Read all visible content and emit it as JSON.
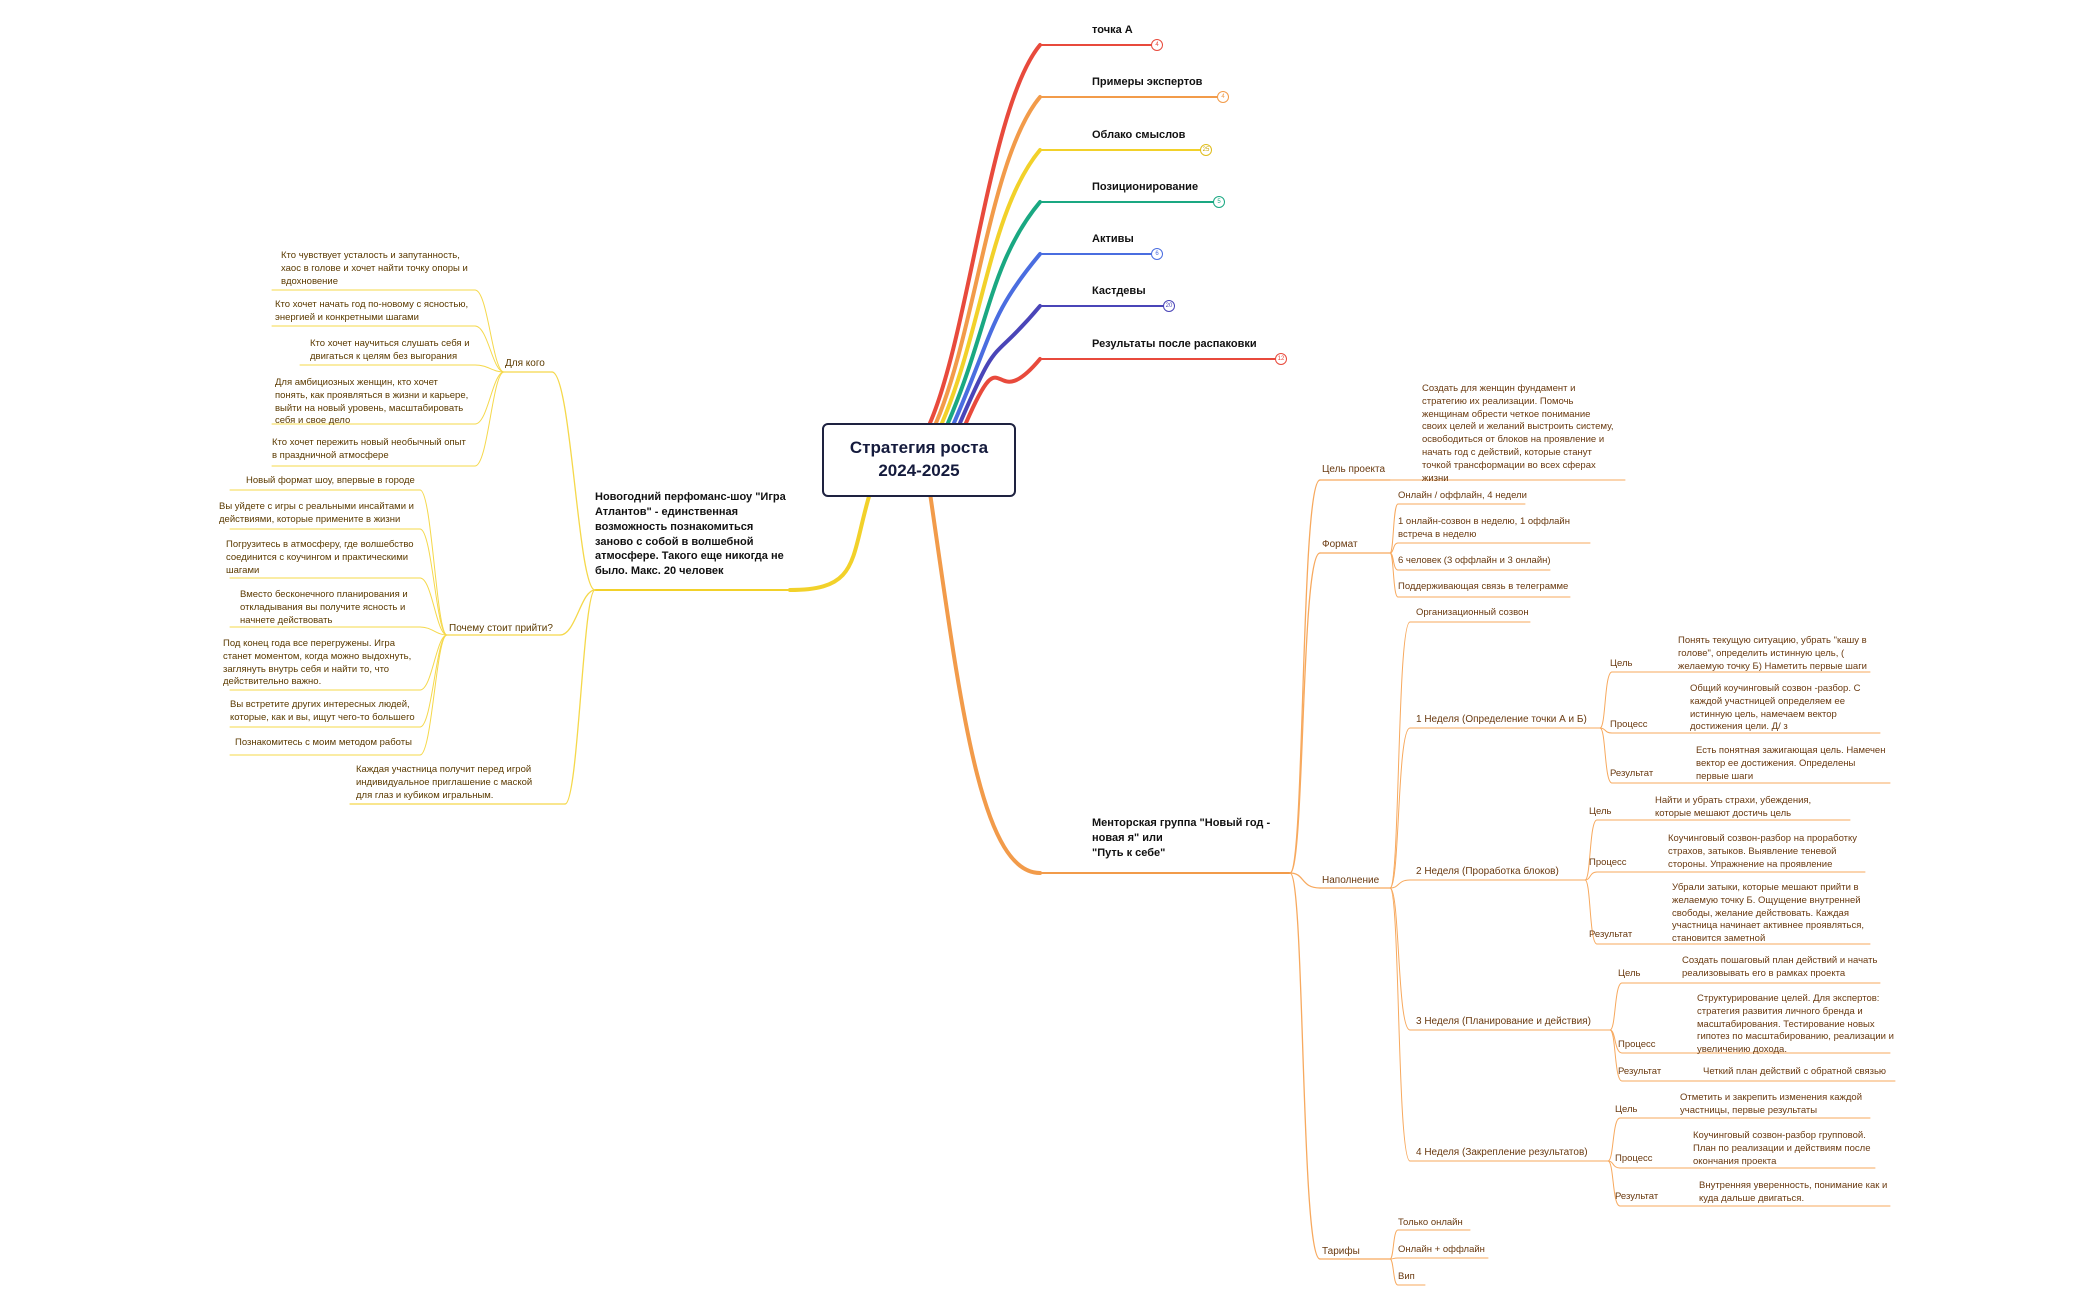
{
  "root": {
    "line1": "Стратегия роста",
    "line2": "2024-2025"
  },
  "branches_right": [
    {
      "label": "точка А",
      "count": "4",
      "color": "#e84a3c"
    },
    {
      "label": "Примеры экспертов",
      "count": "4",
      "color": "#f29b4a"
    },
    {
      "label": "Облако смыслов",
      "count": "25",
      "color": "#f2d12a"
    },
    {
      "label": "Позиционирование",
      "count": "5",
      "color": "#1aa882"
    },
    {
      "label": "Активы",
      "count": "6",
      "color": "#4a6de0"
    },
    {
      "label": "Кастдевы",
      "count": "20",
      "color": "#4a45b8"
    },
    {
      "label": "Результаты после распаковки",
      "count": "12",
      "color": "#e84a3c"
    }
  ],
  "show": {
    "title": "Новогодний перфоманс-шоу \"Игра Атлантов\" - единственная возможность познакомиться заново с собой в волшебной атмосфере. Такого еще никогда не было. Макс. 20 человек",
    "color": "#f2d12a",
    "for_whom": {
      "label": "Для кого",
      "items": [
        "Кто чувствует усталость и запутанность, хаос в голове и хочет найти точку опоры и вдохновение",
        "Кто хочет начать год по-новому с ясностью, энергией и конкретными шагами",
        "Кто хочет научиться слушать себя и двигаться к целям без выгорания",
        "Для амбициозных женщин, кто хочет понять, как проявляться в жизни и карьере, выйти на новый уровень, масштабировать себя и свое дело",
        "Кто хочет пережить новый необычный опыт в праздничной атмосфере"
      ]
    },
    "why": {
      "label": "Почему стоит прийти?",
      "items": [
        "Новый формат шоу, впервые в городе",
        "Вы уйдете с игры с реальными инсайтами и действиями, которые примените в жизни",
        "Погрузитесь в атмосферу, где волшебство соединится с коучингом и практическими шагами",
        "Вместо бесконечного планирования  и откладывания вы получите ясность и начнете действовать",
        "Под конец года все перегружены.  Игра станет моментом, когда можно выдохнуть, заглянуть внутрь себя и найти то, что действительно важно.",
        "Вы встретите других интересных людей, которые, как и вы, ищут чего-то большего",
        "Познакомитесь с моим методом работы"
      ]
    },
    "invite": "Каждая участница получит перед игрой индивидуальное приглашение с маской для глаз и кубиком игральным."
  },
  "mentor": {
    "title": "Менторская группа \"Новый год - новая я\"  или\n \"Путь к себе\"",
    "color": "#f29b4a",
    "goal": {
      "label": "Цель проекта",
      "text": "Создать для женщин фундамент и стратегию их реализации. Помочь женщинам обрести четкое понимание своих целей и желаний выстроить систему, освободиться от блоков на проявление и начать год с действий, которые станут точкой трансформации во всех сферах жизни"
    },
    "format": {
      "label": "Формат",
      "items": [
        "Онлайн / оффлайн, 4 недели",
        "1 онлайн-созвон в неделю, 1 оффлайн встреча в неделю",
        "6 человек (3 оффлайн и 3 онлайн)",
        "Поддерживающая связь в телеграмме"
      ]
    },
    "content": {
      "label": "Наполнение",
      "org_call": "Организационный созвон",
      "goal_label": "Цель",
      "process_label": "Процесс",
      "result_label": "Результат",
      "weeks": [
        {
          "label": "1 Неделя (Определение точки А и Б)",
          "goal": "Понять текущую ситуацию, убрать \"кашу в голове\", определить истинную цель, ( желаемую точку Б) Наметить первые шаги",
          "process": "Общий коучинговый созвон -разбор. С каждой участницей определяем ее истинную цель, намечаем вектор достижения цели. Д/ з",
          "result": "Есть понятная зажигающая цель. Намечен вектор ее достижения. Определены первые шаги"
        },
        {
          "label": "2 Неделя (Проработка блоков)",
          "goal": "Найти и убрать страхи, убеждения, которые мешают достичь цель",
          "process": "Коучинговый созвон-разбор на проработку страхов, затыков. Выявление теневой стороны. Упражнение на проявление",
          "result": "Убрали затыки, которые мешают прийти в желаемую точку Б. Ощущение внутренней свободы, желание действовать. Каждая участница начинает активнее проявляться, становится заметной"
        },
        {
          "label": "3 Неделя (Планирование и действия)",
          "goal": "Создать пошаговый план действий и начать реализовывать его в рамках проекта",
          "process": "Структурирование целей. Для экспертов: стратегия развития личного бренда и масштабирования. Тестирование новых гипотез по масштабированию, реализации и увеличению дохода.",
          "result": "Четкий план действий с обратной связью"
        },
        {
          "label": "4 Неделя (Закрепление результатов)",
          "goal": "Отметить и закрепить изменения каждой участницы, первые результаты",
          "process": "Коучинговый созвон-разбор групповой. План по реализации и действиям после окончания проекта",
          "result": "Внутренняя уверенность, понимание как и куда дальше двигаться."
        }
      ]
    },
    "tariffs": {
      "label": "Тарифы",
      "items": [
        "Только онлайн",
        "Онлайн + оффлайн",
        "Вип"
      ]
    }
  }
}
